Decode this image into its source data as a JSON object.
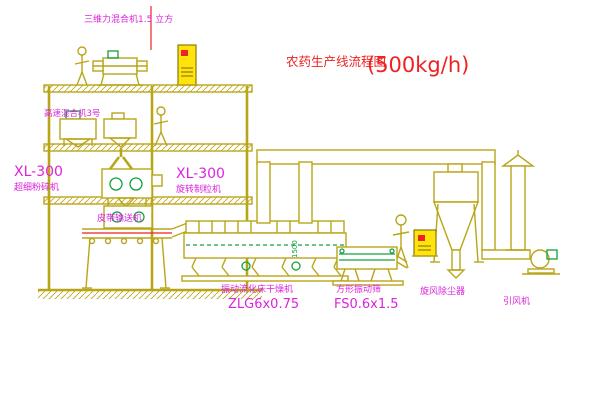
{
  "title": {
    "main": "农药生产线流程图",
    "capacity": "(500kg/h)"
  },
  "labels": {
    "three_dim_mixer": "三维力混合机1.5 立方",
    "high_speed_mixer": "高速混合机3号",
    "mill_model": "XL-300",
    "mill_name": "超细粉碎机",
    "granulator_model": "XL-300",
    "granulator_name": "旋转制粒机",
    "belt_conveyor": "皮带输送机",
    "dryer_name": "振动流化床干燥机",
    "dryer_model": "ZLG6x0.75",
    "screen_name": "方形振动筛",
    "screen_model": "FS0.6x1.5",
    "cyclone": "旋风除尘器",
    "fan": "引风机"
  },
  "dimensions": {
    "riser_height": "1500"
  },
  "colors": {
    "line": "#b9a518",
    "label": "#dd22dd",
    "title": "#ee2222",
    "green": "#14a03c",
    "panel_fill": "#ffe30a",
    "background": "#ffffff"
  }
}
